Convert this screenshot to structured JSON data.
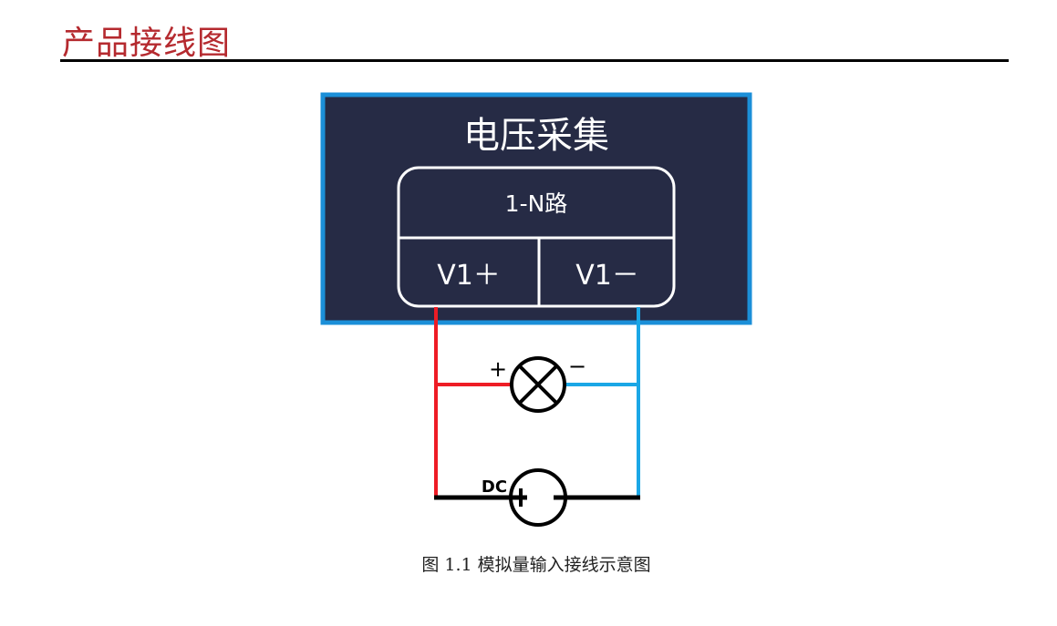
{
  "header": {
    "title": "产品接线图"
  },
  "diagram": {
    "module_title": "电压采集",
    "channel_label": "1-N路",
    "terminal_positive": "V1＋",
    "terminal_negative": "V1－",
    "load_plus": "+",
    "load_minus": "−",
    "source_label": "DC",
    "colors": {
      "box_fill": "#262b45",
      "box_border": "#1b8fd8",
      "positive_wire": "#ee1c25",
      "negative_wire": "#1aa7e6"
    }
  },
  "caption": "图 1.1  模拟量输入接线示意图"
}
